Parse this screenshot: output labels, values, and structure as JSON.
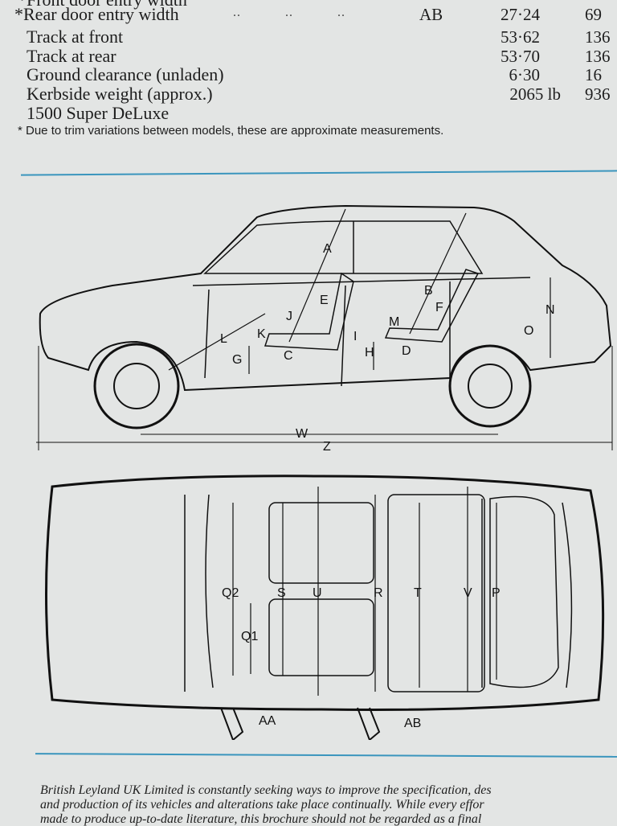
{
  "specs": [
    {
      "label": "*Front door entry width",
      "code": "",
      "inches": "",
      "mm": ""
    },
    {
      "label": "*Rear door entry width",
      "code": "AB",
      "inches": "27·24",
      "mm": "69"
    },
    {
      "label": "Track at front",
      "code": "",
      "inches": "53·62",
      "mm": "136"
    },
    {
      "label": "Track at rear",
      "code": "",
      "inches": "53·70",
      "mm": "136"
    },
    {
      "label": "Ground clearance (unladen)",
      "code": "",
      "inches": "6·30",
      "mm": "16"
    },
    {
      "label": "Kerbside weight (approx.)",
      "code": "",
      "inches": "2065 lb",
      "mm": "936"
    },
    {
      "label": "1500 Super DeLuxe",
      "code": "",
      "inches": "",
      "mm": ""
    }
  ],
  "footnote": "* Due to trim variations between models, these are approximate measurements.",
  "side_labels": {
    "A": "A",
    "B": "B",
    "C": "C",
    "D": "D",
    "E": "E",
    "F": "F",
    "G": "G",
    "H": "H",
    "I": "I",
    "J": "J",
    "K": "K",
    "L": "L",
    "M": "M",
    "N": "N",
    "O": "O",
    "W": "W",
    "Z": "Z"
  },
  "top_labels": {
    "Q2": "Q2",
    "Q1": "Q1",
    "S": "S",
    "U": "U",
    "R": "R",
    "T": "T",
    "V": "V",
    "P": "P",
    "AA": "AA",
    "AB": "AB"
  },
  "disclaimer": [
    "British Leyland UK Limited is constantly seeking ways to improve the specification, des",
    "and production of its vehicles and alterations take place continually. While every effor",
    "made to produce up-to-date literature, this brochure should not be regarded as a final"
  ]
}
